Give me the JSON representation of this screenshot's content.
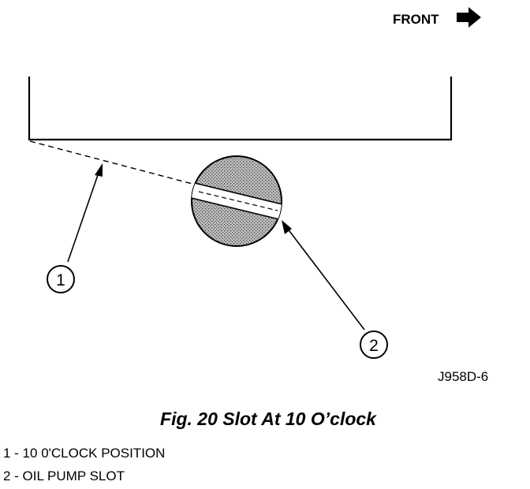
{
  "front_label": "FRONT",
  "callouts": [
    "1",
    "2"
  ],
  "figure_code": "J958D-6",
  "caption": "Fig. 20 Slot At 10 O’clock",
  "legend": [
    "1 - 10 0'CLOCK POSITION",
    "2 - OIL PUMP SLOT"
  ],
  "icons": {
    "front_arrow": "arrow-right-icon"
  },
  "colors": {
    "ink": "#000000",
    "stipple": "#8a8a8a",
    "background": "#ffffff"
  }
}
